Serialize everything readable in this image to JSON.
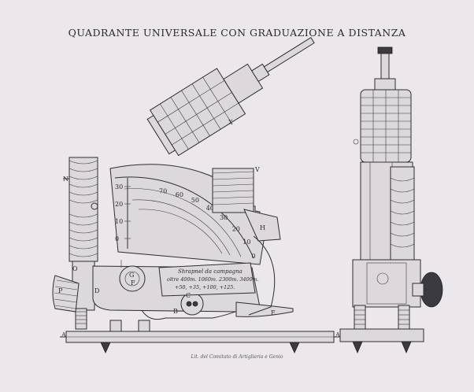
{
  "plate": {
    "title": "QUADRANTE UNIVERSALE CON GRADUAZIONE A DISTANZA",
    "footer": "Lit. del Comitato di Artiglieria e Genio",
    "arc_scale_labels": [
      "70",
      "60",
      "50",
      "40",
      "30",
      "20",
      "10",
      "0"
    ],
    "vertical_scale_labels": [
      "30",
      "20",
      "10",
      "0"
    ],
    "inscription": {
      "line1": "Shrapnel da campagna",
      "line2": "oltre 400m. 1060m. 2300m. 3400m.",
      "line3": "+50,  +35,  +100,  +125."
    },
    "letters": {
      "A_left": "A",
      "A_right": "A",
      "N": "N",
      "P": "P",
      "D": "D",
      "G": "G",
      "F": "F",
      "C": "C",
      "E": "E",
      "V": "V",
      "H": "H",
      "B": "B",
      "O": "O",
      "X": "X"
    }
  }
}
